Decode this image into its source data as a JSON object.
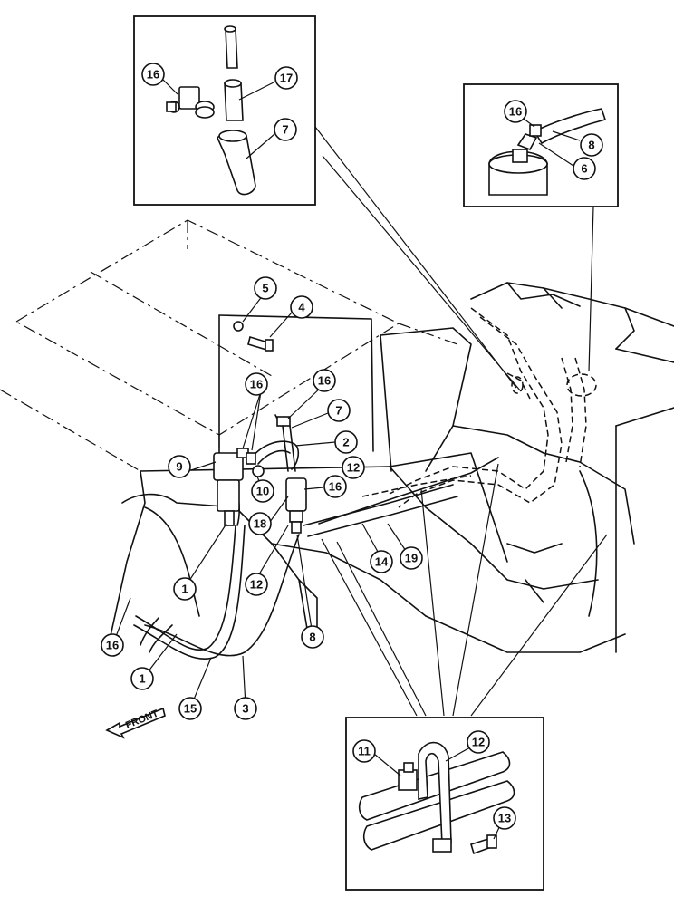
{
  "figure": {
    "front_label": "FRONT",
    "callouts": [
      {
        "id": "c16-inset-top",
        "label": "16"
      },
      {
        "id": "c17-inset-top",
        "label": "17"
      },
      {
        "id": "c7-inset-top",
        "label": "7"
      },
      {
        "id": "c16-inset-right",
        "label": "16"
      },
      {
        "id": "c8-inset-right",
        "label": "8"
      },
      {
        "id": "c6-inset-right",
        "label": "6"
      },
      {
        "id": "c5",
        "label": "5"
      },
      {
        "id": "c4",
        "label": "4"
      },
      {
        "id": "c16-a",
        "label": "16"
      },
      {
        "id": "c16-b",
        "label": "16"
      },
      {
        "id": "c7",
        "label": "7"
      },
      {
        "id": "c2",
        "label": "2"
      },
      {
        "id": "c9",
        "label": "9"
      },
      {
        "id": "c12-a",
        "label": "12"
      },
      {
        "id": "c10",
        "label": "10"
      },
      {
        "id": "c16-c",
        "label": "16"
      },
      {
        "id": "c18",
        "label": "18"
      },
      {
        "id": "c1-a",
        "label": "1"
      },
      {
        "id": "c12-b",
        "label": "12"
      },
      {
        "id": "c14",
        "label": "14"
      },
      {
        "id": "c19",
        "label": "19"
      },
      {
        "id": "c8",
        "label": "8"
      },
      {
        "id": "c16-d",
        "label": "16"
      },
      {
        "id": "c1-b",
        "label": "1"
      },
      {
        "id": "c15",
        "label": "15"
      },
      {
        "id": "c3",
        "label": "3"
      },
      {
        "id": "c11-inset-bottom",
        "label": "11"
      },
      {
        "id": "c12-inset-bottom",
        "label": "12"
      },
      {
        "id": "c13-inset-bottom",
        "label": "13"
      }
    ]
  }
}
